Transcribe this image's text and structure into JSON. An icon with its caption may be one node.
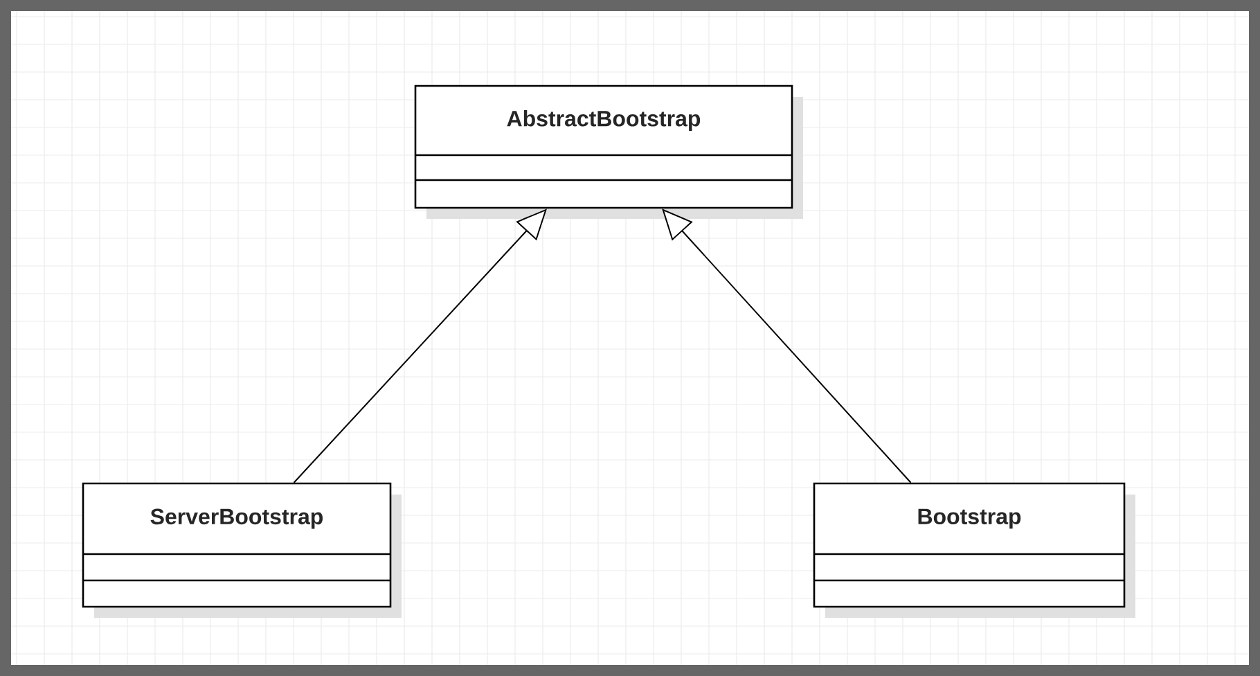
{
  "diagram": {
    "nodes": [
      {
        "text": [
          "AbstractBootstrap"
        ]
      },
      {
        "text": [
          "ServerBootstrap"
        ]
      },
      {
        "text": [
          "Bootstrap"
        ]
      }
    ],
    "edges": [
      {
        "from": 1,
        "to": 0,
        "arrow": "to"
      },
      {
        "from": 2,
        "to": 0,
        "arrow": "to"
      }
    ]
  }
}
